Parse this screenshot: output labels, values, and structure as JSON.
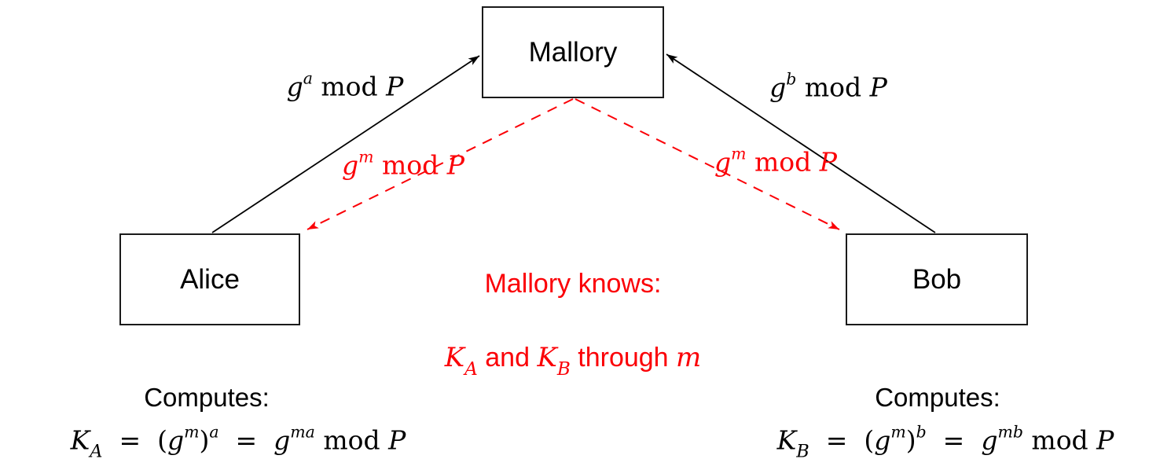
{
  "colors": {
    "attack_red": "#fb0006",
    "line_black": "#000000"
  },
  "nodes": {
    "mallory": "Mallory",
    "alice": "Alice",
    "bob": "Bob"
  },
  "edges": {
    "alice_to_mallory": {
      "base": "g",
      "sup": "a",
      "mid": " mod ",
      "p": "P"
    },
    "bob_to_mallory": {
      "base": "g",
      "sup": "b",
      "mid": " mod ",
      "p": "P"
    },
    "mallory_to_alice": {
      "base": "g",
      "sup": "m",
      "mid": " mod ",
      "p": "P"
    },
    "mallory_to_bob": {
      "base": "g",
      "sup": "m",
      "mid": " mod ",
      "p": "P"
    }
  },
  "note": {
    "line1": "Mallory knows:",
    "k1": "K",
    "k1sub": "A",
    "and": " and ",
    "k2": "K",
    "k2sub": "B",
    "through": " through ",
    "m": "m"
  },
  "alice_panel": {
    "title": "Computes:",
    "f": {
      "k": "K",
      "ksub": "A",
      "eq1": "  =  ",
      "open": "(",
      "g1": "g",
      "s1": "m",
      "close": ")",
      "s2": "a",
      "eq2": "  =  ",
      "g2": "g",
      "s3": "ma",
      "mod": " mod ",
      "p": "P"
    }
  },
  "bob_panel": {
    "title": "Computes:",
    "f": {
      "k": "K",
      "ksub": "B",
      "eq1": "  =  ",
      "open": "(",
      "g1": "g",
      "s1": "m",
      "close": ")",
      "s2": "b",
      "eq2": "  =  ",
      "g2": "g",
      "s3": "mb",
      "mod": " mod ",
      "p": "P"
    }
  }
}
